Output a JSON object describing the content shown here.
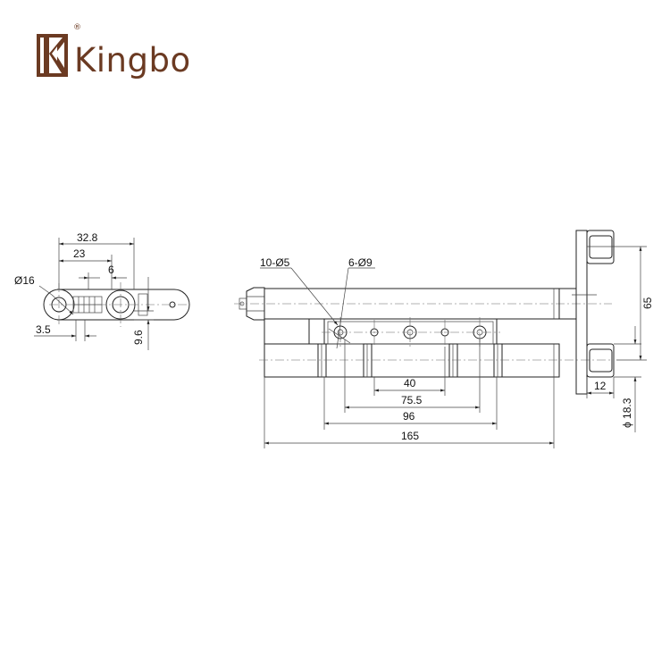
{
  "brand": {
    "name": "Kingbo",
    "registered_mark": "®",
    "color": "#6b3a22"
  },
  "side_view": {
    "dims": {
      "width_total": "32.8",
      "width_mid": "23",
      "width_small": "6",
      "diameter": "Ø16",
      "offset": "3.5",
      "thickness": "9.6"
    }
  },
  "front_view": {
    "dims": {
      "small_holes": "10-Ø5",
      "large_holes": "6-Ø9",
      "spacing_inner": "40",
      "spacing_holes": "75.5",
      "leaf_length": "96",
      "overall_length": "165",
      "bracket_height": "65",
      "bracket_width": "12",
      "roller_diameter": "ϕ 18.3"
    }
  }
}
